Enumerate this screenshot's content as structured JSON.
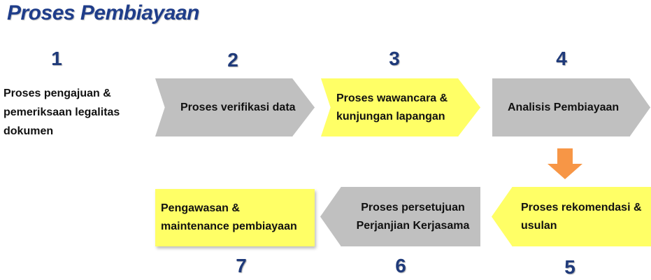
{
  "title": "Proses Pembiayaan",
  "steps": [
    {
      "number": "1",
      "label": "Proses pengajuan & pemeriksaan legalitas dokumen"
    },
    {
      "number": "2",
      "label": "Proses verifikasi data"
    },
    {
      "number": "3",
      "label": "Proses wawancara & kunjungan lapangan"
    },
    {
      "number": "4",
      "label": "Analisis Pembiayaan"
    },
    {
      "number": "5",
      "label": "Proses rekomendasi & usulan"
    },
    {
      "number": "6",
      "label": "Proses persetujuan Perjanjian Kerjasama"
    },
    {
      "number": "7",
      "label": "Pengawasan & maintenance pembiayaan"
    }
  ],
  "colors": {
    "title": "#1f3d8a",
    "gray_shape": "#c0c0c0",
    "yellow_shape": "#ffff66",
    "arrow": "#f79646"
  },
  "icons": {
    "connector": "orange-down-arrow-icon"
  }
}
